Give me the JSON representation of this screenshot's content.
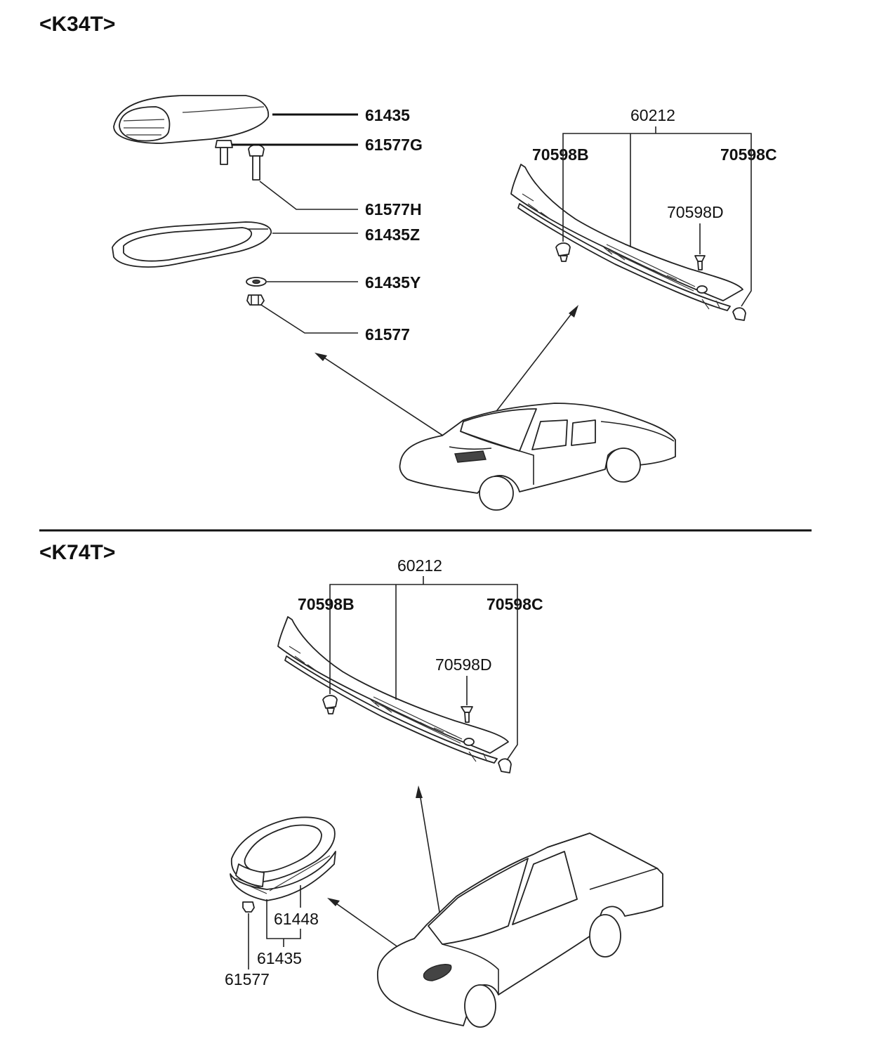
{
  "sections": [
    {
      "title": "<K34T>",
      "labels": {
        "scoop": "61435",
        "bolt_g": "61577G",
        "bolt_h": "61577H",
        "gasket": "61435Z",
        "washer": "61435Y",
        "nut": "61577",
        "cowl": "60212",
        "clip_b": "70598B",
        "clip_c": "70598C",
        "clip_d": "70598D"
      }
    },
    {
      "title": "<K74T>",
      "labels": {
        "cowl": "60212",
        "clip_b": "70598B",
        "clip_c": "70598C",
        "clip_d": "70598D",
        "seal": "61448",
        "scoop": "61435",
        "nut": "61577"
      }
    }
  ],
  "colors": {
    "ink": "#222222",
    "background": "#ffffff"
  }
}
